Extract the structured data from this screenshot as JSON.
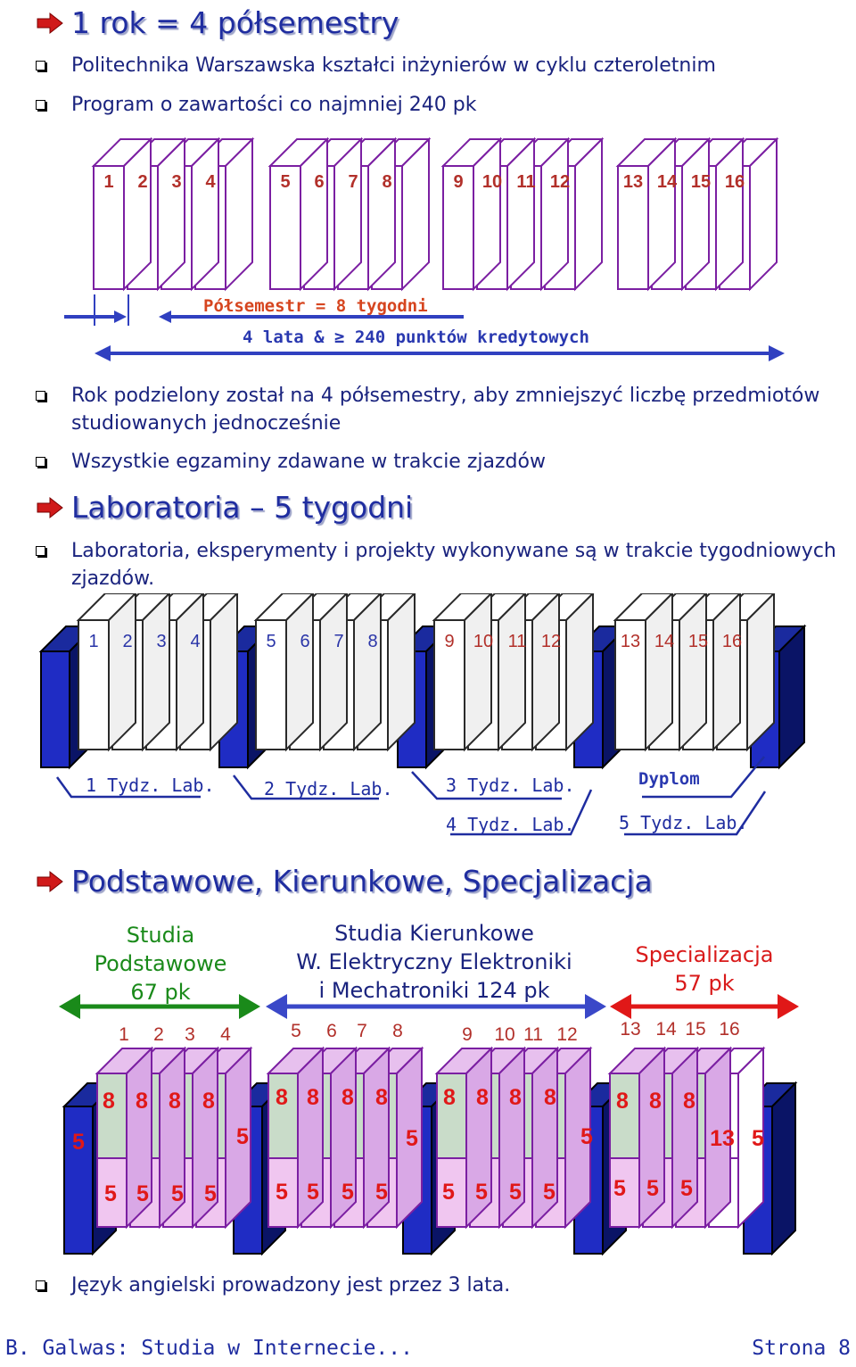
{
  "section1": {
    "heading": "1 rok = 4 półsemestry",
    "bullets": [
      "Politechnika Warszawska kształci inżynierów w cyklu czteroletnim",
      "Program o zawartości co najmniej 240 pk"
    ],
    "diagram": {
      "numbers": [
        "1",
        "2",
        "3",
        "4",
        "5",
        "6",
        "7",
        "8",
        "9",
        "10",
        "11",
        "12",
        "13",
        "14",
        "15",
        "16"
      ],
      "halfsemester_label": "Półsemestr = 8 tygodni",
      "total_label": "4 lata & ≥ 240 punktów kredytowych"
    },
    "bullets2": [
      "Rok podzielony został na 4 półsemestry, aby zmniejszyć liczbę przedmiotów studiowanych jednocześnie",
      "Wszystkie egzaminy zdawane w trakcie zjazdów"
    ]
  },
  "section2": {
    "heading": "Laboratoria – 5 tygodni",
    "bullet": "Laboratoria, eksperymenty i projekty wykonywane są w trakcie tygodniowych zjazdów.",
    "numbers": [
      "1",
      "2",
      "3",
      "4",
      "5",
      "6",
      "7",
      "8",
      "9",
      "10",
      "11",
      "12",
      "13",
      "14",
      "15",
      "16"
    ],
    "labels": [
      "1 Tydz. Lab.",
      "2 Tydz. Lab.",
      "3 Tydz. Lab.",
      "4 Tydz. Lab.",
      "5 Tydz. Lab.",
      "Dyplom"
    ]
  },
  "section3": {
    "heading": "Podstawowe, Kierunkowe, Specjalizacja",
    "groups": [
      {
        "title": [
          "Studia",
          "Podstawowe",
          "67 pk"
        ],
        "color": "#1a8a1a"
      },
      {
        "title": [
          "Studia Kierunkowe",
          "W. Elektryczny Elektroniki",
          "i Mechatroniki 124 pk"
        ],
        "color": "#1a237e"
      },
      {
        "title": [
          "Specializacja",
          "57 pk"
        ],
        "color": "#d91a1a"
      }
    ],
    "numbers": [
      "1",
      "2",
      "3",
      "4",
      "5",
      "6",
      "7",
      "8",
      "9",
      "10",
      "11",
      "12",
      "13",
      "14",
      "15",
      "16"
    ],
    "top_values": [
      "8",
      "8",
      "8",
      "8",
      "8",
      "8",
      "8",
      "8",
      "8",
      "8",
      "8",
      "8",
      "8",
      "8",
      "8"
    ],
    "bottom_values": [
      "5",
      "5",
      "5",
      "5",
      "5",
      "5",
      "5",
      "5",
      "5",
      "5",
      "5",
      "5",
      "5",
      "5",
      "5"
    ],
    "blue_values": [
      "5",
      "5",
      "5",
      "5",
      "5"
    ],
    "special_value": "13",
    "bullet": "Język angielski prowadzony jest przez 3 lata."
  },
  "footer": {
    "left": "B. Galwas: Studia w Internecie...",
    "right": "Strona 8"
  }
}
